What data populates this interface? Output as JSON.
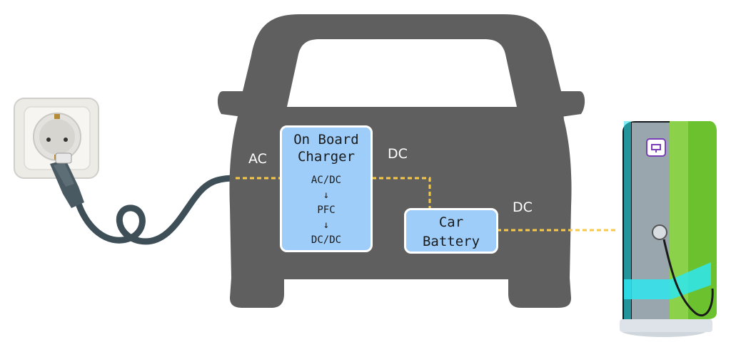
{
  "labels": {
    "ac_in": "AC",
    "dc_out": "DC",
    "dc_station": "DC"
  },
  "onboard_charger": {
    "title_line1": "On Board",
    "title_line2": "Charger",
    "steps": [
      "AC/DC",
      "↓",
      "PFC",
      "↓",
      "DC/DC"
    ]
  },
  "battery": {
    "line1": "Car",
    "line2": "Battery"
  },
  "colors": {
    "car_body": "#5f5f5f",
    "box_fill": "#9fcdf9",
    "power_line": "#f7c948",
    "cable": "#3e4f57",
    "station_green": "#6cc22e",
    "station_glow": "#2ee6f0"
  }
}
